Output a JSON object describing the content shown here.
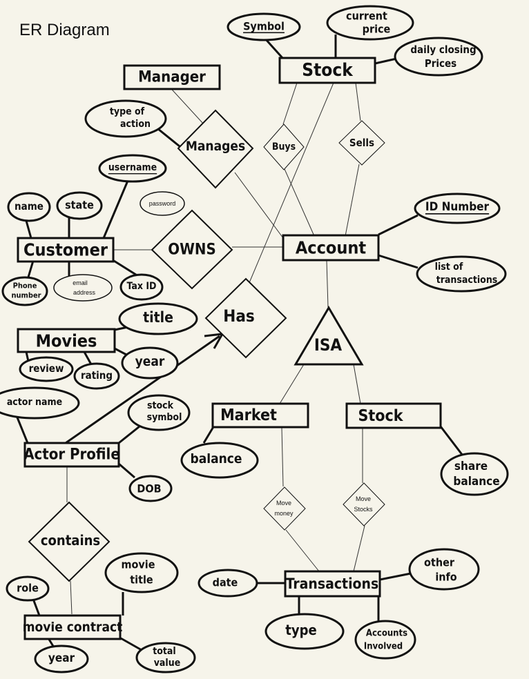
{
  "title": "ER Diagram",
  "entities": {
    "stock_top": "Stock",
    "manager": "Manager",
    "customer": "Customer",
    "account": "Account",
    "movies": "Movies",
    "actor_profile": "Actor Profile",
    "market": "Market",
    "stock_sub": "Stock",
    "movie_contract": "movie contract",
    "transactions": "Transactions"
  },
  "relationships": {
    "manages": "Manages",
    "buys": "Buys",
    "sells": "Sells",
    "owns": "OWNS",
    "has": "Has",
    "contains": "contains",
    "move_money": [
      "Move",
      "money"
    ],
    "move_stocks": [
      "Move",
      "Stocks"
    ]
  },
  "isa": "ISA",
  "attributes": {
    "symbol": "Symbol",
    "current_price": [
      "current",
      "price"
    ],
    "daily_closing": [
      "daily closing",
      "Prices"
    ],
    "type_of_action": [
      "type of",
      "action"
    ],
    "username": "username",
    "password": "password",
    "name": "name",
    "state": "state",
    "phone_number": [
      "Phone",
      "number"
    ],
    "email_address": [
      "email",
      "address"
    ],
    "tax_id": "Tax ID",
    "id_number": "ID Number",
    "list_of_transactions": [
      "list of",
      "transactions"
    ],
    "title": "title",
    "year_movies": "year",
    "review": "review",
    "rating": "rating",
    "actor_name": "actor name",
    "stock_symbol": [
      "stock",
      "symbol"
    ],
    "dob": "DOB",
    "balance": "balance",
    "share_balance": [
      "share",
      "balance"
    ],
    "role": "role",
    "movie_title": [
      "movie",
      "title"
    ],
    "year_contract": "year",
    "total_value": [
      "total",
      "value"
    ],
    "date": "date",
    "other_info": [
      "other",
      "info"
    ],
    "type": "type",
    "accounts_involved": [
      "Accounts",
      "Involved"
    ]
  }
}
